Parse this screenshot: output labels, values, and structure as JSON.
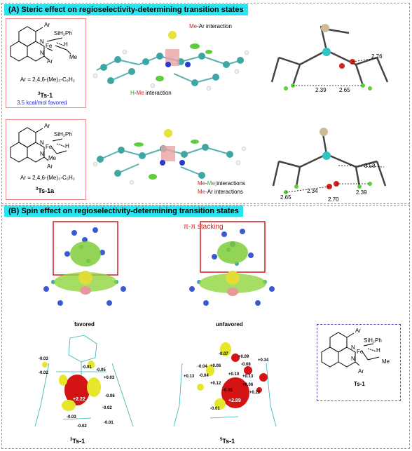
{
  "sectionA": {
    "title": "(A) Steric effect on regioselectivity-determining transition states",
    "ts1": {
      "ar_top": "Ar",
      "ar_bottom": "Ar",
      "silyl": "SiH₂Ph",
      "fe": "Fe",
      "h": "H",
      "me": "Me",
      "n1": "N",
      "n2": "N",
      "ar_def": "Ar = 2,4,6-(Me)₃-C₆H₂",
      "name_sup": "3",
      "name": "Ts-1",
      "favored_note": "3.5 kcal/mol favored"
    },
    "ts1a": {
      "ar_top": "Ar",
      "ar_bottom": "Ar",
      "silyl": "SiH₂Ph",
      "fe": "Fe",
      "h": "H",
      "me": "Me",
      "n1": "N",
      "n2": "N",
      "ar_def": "Ar = 2,4,6-(Me)₃-C₆H₂",
      "name_sup": "3",
      "name": "Ts-1a"
    },
    "top_labels": {
      "me_ar_me": "Me",
      "me_ar_rest": "-Ar interaction",
      "h_me_h": "H",
      "h_me_dash": "-",
      "h_me_me": "Me",
      "h_me_rest": " interaction"
    },
    "bottom_labels": {
      "mm1": "Me",
      "mm_dash": "-",
      "mm2": "Me",
      "mm_rest": " interactions",
      "ma1": "Me",
      "ma_rest": "-Ar interactions"
    },
    "distances_top": [
      "2.76",
      "2.39",
      "2.65"
    ],
    "distances_bottom": [
      "3.58",
      "2.65",
      "2.34",
      "2.70",
      "2.39"
    ]
  },
  "sectionB": {
    "title": "(B) Spin effect on regioselectivity-determining transition states",
    "pi_stacking": "π-π stacking",
    "favored": "favored",
    "unfavored": "unfavored",
    "ts_card": {
      "ar_top": "Ar",
      "ar_bottom": "Ar",
      "silyl": "SiH₂Ph",
      "fe": "Fe",
      "h": "H",
      "me": "Me",
      "n1": "N",
      "n2": "N",
      "name": "Ts-1"
    },
    "left_spins": [
      "-0.03",
      "-0.02",
      "-0.01",
      "-0.05",
      "+0.03",
      "+2.22",
      "-0.06",
      "-0.02",
      "-0.03",
      "-0.02",
      "-0.01"
    ],
    "right_spins": [
      "-0.07",
      "+0.09",
      "+0.06",
      "-0.04",
      "-0.08",
      "+0.34",
      "+0.13",
      "-0.04",
      "+0.12",
      "+0.10",
      "+0.13",
      "+0.06",
      "+0.22",
      "+2.89",
      "-0.01",
      "-0.05"
    ],
    "left_name_sup": "3",
    "left_name": "Ts-1",
    "right_name_sup": "5",
    "right_name": "Ts-1"
  },
  "colors": {
    "banner": "#27e6f2",
    "card_border": "#f08a8a",
    "favored_text": "#2a2ad0",
    "highlight_red": "#e01b1b",
    "highlight_green": "#2aa52a"
  }
}
